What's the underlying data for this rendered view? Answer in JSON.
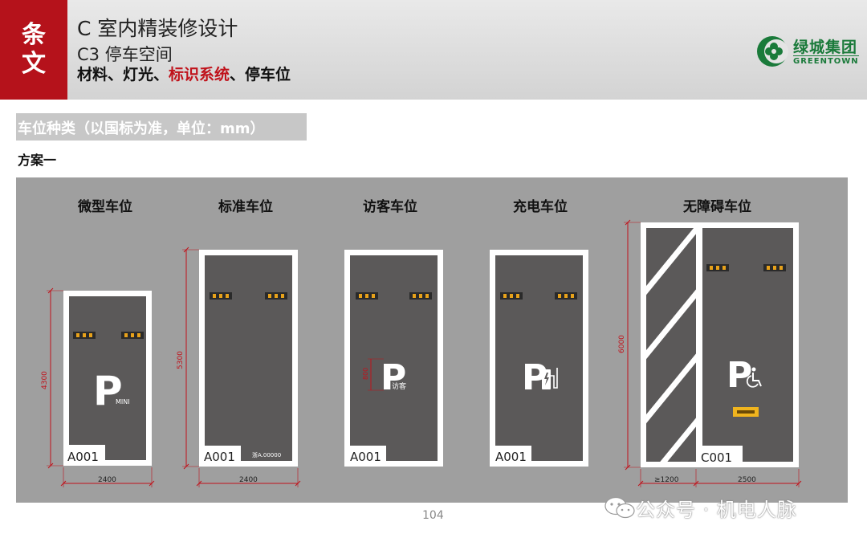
{
  "header": {
    "tag_chars": [
      "条",
      "文"
    ],
    "title": "C 室内精装修设计",
    "subtitle": "C3 停车空间",
    "items": [
      {
        "text": "材料、灯光、",
        "highlight": false
      },
      {
        "text": "标识系统",
        "highlight": true
      },
      {
        "text": "、停车位",
        "highlight": false
      }
    ],
    "logo_cn": "绿城集团",
    "logo_en": "GREENTOWN"
  },
  "section": {
    "title": "车位种类（以国标为准，单位：mm）",
    "scheme": "方案一"
  },
  "spaces": {
    "micro": {
      "label": "微型车位",
      "code": "A001",
      "suffix": "MINI",
      "height_dim": "4300",
      "width_dim": "2400"
    },
    "standard": {
      "label": "标准车位",
      "code": "A001",
      "plate": "浙A.00000",
      "height_dim": "5300",
      "width_dim": "2400"
    },
    "visitor": {
      "label": "访客车位",
      "code": "A001",
      "suffix": "访客",
      "p_dim": "800"
    },
    "charging": {
      "label": "充电车位",
      "code": "A001"
    },
    "accessible": {
      "label": "无障碍车位",
      "code": "C001",
      "height_dim": "6000",
      "aisle_dim": "≥1200",
      "width_dim": "2500"
    }
  },
  "p_letter": "P",
  "footer": {
    "page": "104",
    "watermark": "公众号 · 机电人脉"
  },
  "colors": {
    "brand_red": "#b5121b",
    "brand_green": "#1a7a3a",
    "asphalt": "#5b5959",
    "panel": "#9f9f9f",
    "dimension": "#c0121b",
    "stopper": "#e8a21a"
  }
}
